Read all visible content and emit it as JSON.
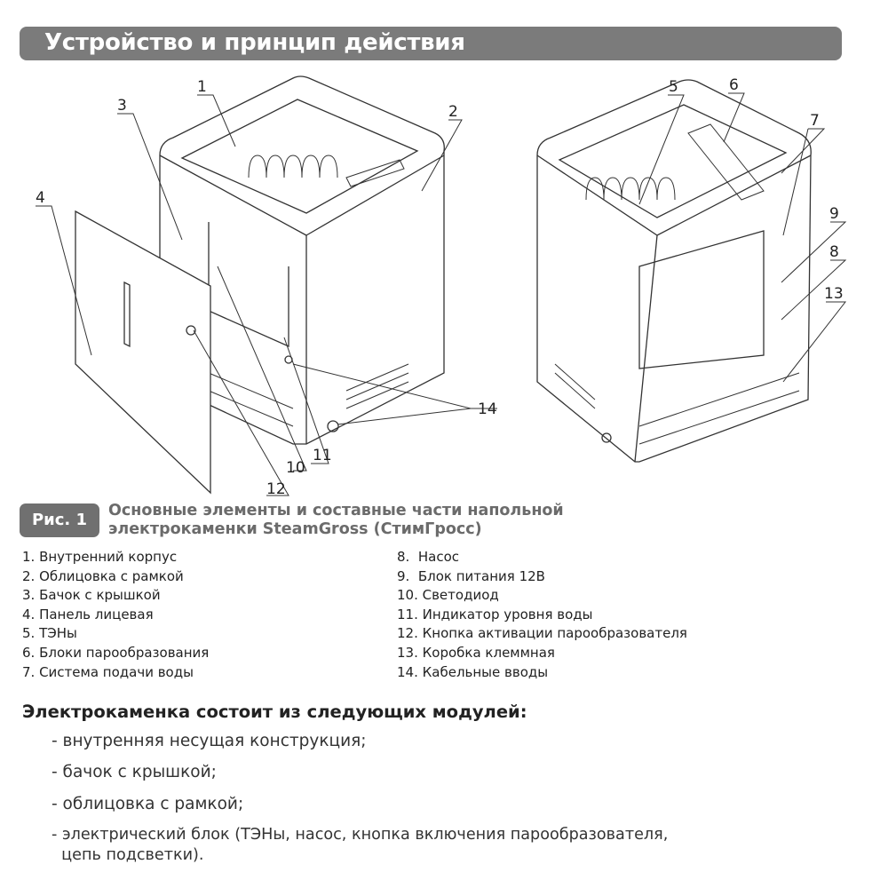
{
  "header": {
    "title": "Устройство и принцип действия"
  },
  "figure": {
    "badge": "Рис. 1",
    "caption_line1": "Основные элементы и составные части напольной",
    "caption_line2": "электрокаменки SteamGross (СтимГросс)",
    "callouts": [
      "1",
      "2",
      "3",
      "4",
      "5",
      "6",
      "7",
      "8",
      "9",
      "10",
      "11",
      "12",
      "13",
      "14"
    ]
  },
  "parts_left": [
    "1. Внутренний корпус",
    "2. Облицовка с рамкой",
    "3. Бачок с крышкой",
    "4. Панель лицевая",
    "5. ТЭНы",
    "6. Блоки парообразования",
    "7. Система подачи воды"
  ],
  "parts_right": [
    "8.  Насос",
    "9.  Блок питания 12В",
    "10. Светодиод",
    "11. Индикатор уровня воды",
    "12. Кнопка активации парообразователя",
    "13. Коробка клеммная",
    "14. Кабельные вводы"
  ],
  "modules": {
    "heading": "Электрокаменка состоит из следующих модулей:",
    "items": [
      "- внутренняя несущая конструкция;",
      "- бачок с крышкой;",
      "- облицовка с рамкой;",
      "- электрический блок (ТЭНы, насос, кнопка включения парообразователя,",
      "  цепь подсветки)."
    ]
  }
}
